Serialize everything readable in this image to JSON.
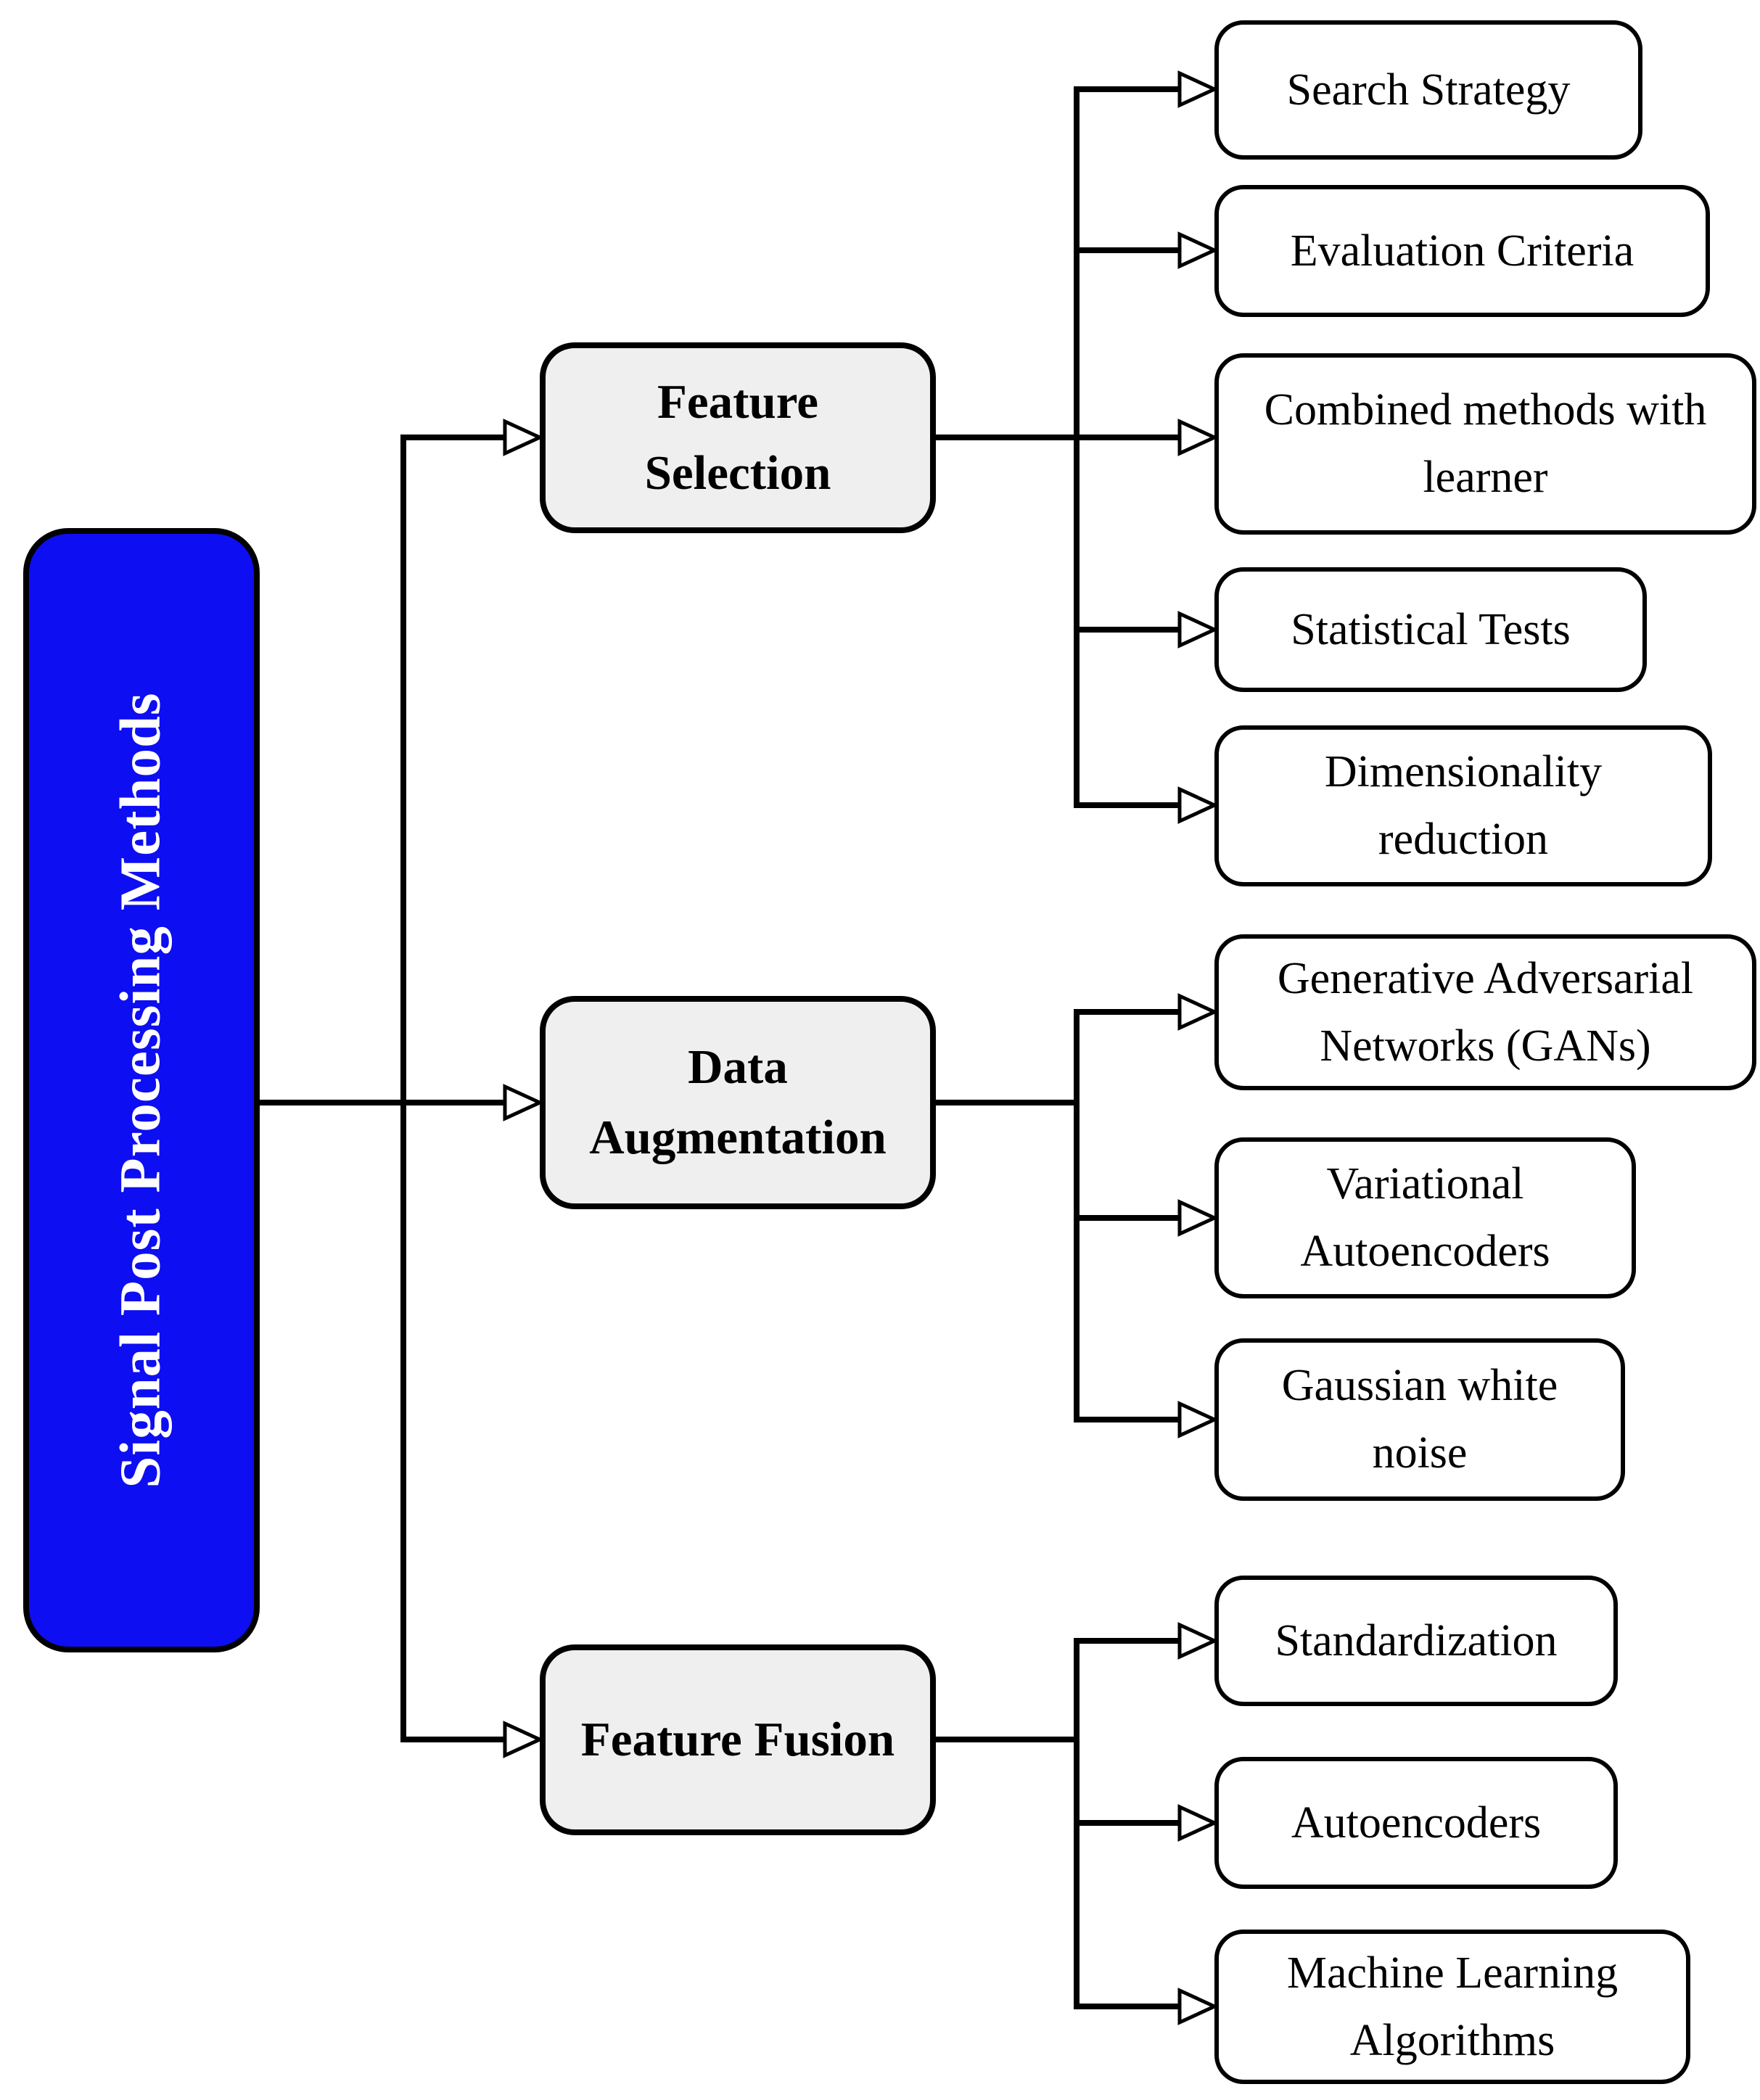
{
  "figure": {
    "type": "flowchart",
    "orientation": "left-to-right",
    "colors": {
      "root_fill": "#0E0EF2",
      "root_text": "#FFFFFF",
      "group_fill": "#EFEFEF",
      "group_text": "#000000",
      "leaf_fill": "#FFFFFF",
      "leaf_text": "#000000",
      "connector": "#000000",
      "arrowhead_fill": "#FFFFFF"
    },
    "root": {
      "label": "Signal Post Processing Methods"
    },
    "groups": [
      {
        "label": "Feature Selection",
        "children": [
          "Search Strategy",
          "Evaluation Criteria",
          "Combined methods with learner",
          "Statistical Tests",
          "Dimensionality reduction"
        ]
      },
      {
        "label": "Data Augmentation",
        "children": [
          "Generative Adversarial Networks (GANs)",
          "Variational Autoencoders",
          "Gaussian white noise"
        ]
      },
      {
        "label": "Feature Fusion",
        "children": [
          "Standardization",
          "Autoencoders",
          "Machine Learning Algorithms"
        ]
      }
    ]
  }
}
